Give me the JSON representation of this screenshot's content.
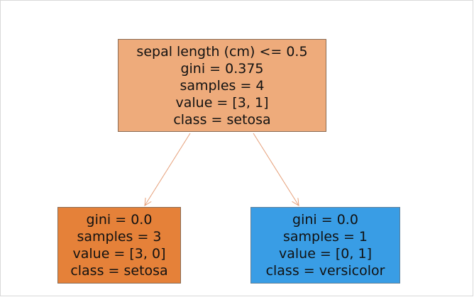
{
  "tree": {
    "root": {
      "lines": [
        "sepal length (cm) <= 0.5",
        "gini = 0.375",
        "samples = 4",
        "value = [3, 1]",
        "class = setosa"
      ],
      "fill": "#eeab7b"
    },
    "left": {
      "lines": [
        "gini = 0.0",
        "samples = 3",
        "value = [3, 0]",
        "class = setosa"
      ],
      "fill": "#e58139"
    },
    "right": {
      "lines": [
        "gini = 0.0",
        "samples = 1",
        "value = [0, 1]",
        "class = versicolor"
      ],
      "fill": "#399de5"
    },
    "edge_color": "#e6a07a"
  }
}
